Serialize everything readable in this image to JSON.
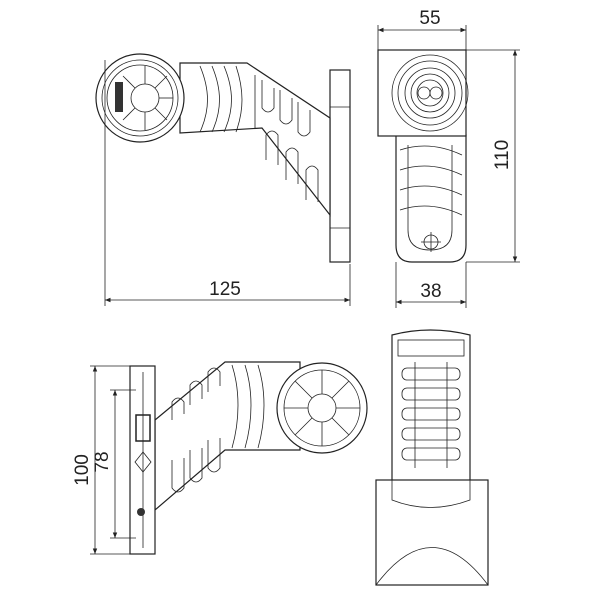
{
  "drawing": {
    "title": "",
    "dimensions": {
      "side_width": "125",
      "front_width": "55",
      "front_height": "110",
      "front_base_width": "38",
      "plate_height": "100",
      "hole_spacing": "78"
    },
    "line_color": "#222222",
    "background": "#ffffff"
  }
}
